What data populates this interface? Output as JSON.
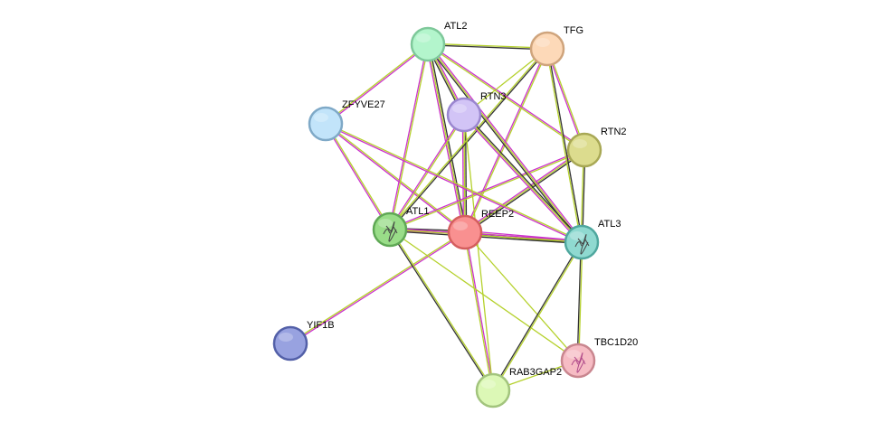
{
  "diagram": {
    "nodes": [
      {
        "id": "REEP2",
        "label": "REEP2",
        "color": "#f99090",
        "stroke": "#d45e5e",
        "glyph": "none"
      },
      {
        "id": "ATL1",
        "label": "ATL1",
        "color": "#99dd88",
        "stroke": "#5fa855",
        "glyph": "structure"
      },
      {
        "id": "ATL2",
        "label": "ATL2",
        "color": "#b3f5cc",
        "stroke": "#7ec89a",
        "glyph": "none"
      },
      {
        "id": "ATL3",
        "label": "ATL3",
        "color": "#8fd9d0",
        "stroke": "#4fa79e",
        "glyph": "structure"
      },
      {
        "id": "RTN2",
        "label": "RTN2",
        "color": "#dcdc8e",
        "stroke": "#a8a855",
        "glyph": "none"
      },
      {
        "id": "RTN3",
        "label": "RTN3",
        "color": "#d2c4f6",
        "stroke": "#9a86cf",
        "glyph": "none"
      },
      {
        "id": "TFG",
        "label": "TFG",
        "color": "#fdd9b8",
        "stroke": "#cfa47c",
        "glyph": "none"
      },
      {
        "id": "ZFYVE27",
        "label": "ZFYVE27",
        "color": "#c2e4fa",
        "stroke": "#7fa9c7",
        "glyph": "none"
      },
      {
        "id": "YIF1B",
        "label": "YIF1B",
        "color": "#98a2e0",
        "stroke": "#5360a8",
        "glyph": "none"
      },
      {
        "id": "RAB3GAP2",
        "label": "RAB3GAP2",
        "color": "#dcf8b6",
        "stroke": "#a2c47d",
        "glyph": "none"
      },
      {
        "id": "TBC1D20",
        "label": "TBC1D20",
        "color": "#f6bcc4",
        "stroke": "#c9868f",
        "glyph": "structure"
      }
    ],
    "edge_colors": {
      "experimental": "#cc33cc",
      "textmining": "#b5d12c",
      "coexpression": "#333333",
      "database": "#2aa9c7"
    },
    "edges": [
      {
        "source": "REEP2",
        "target": "ATL1",
        "types": [
          "experimental",
          "textmining",
          "coexpression"
        ]
      },
      {
        "source": "REEP2",
        "target": "ATL2",
        "types": [
          "experimental",
          "textmining",
          "coexpression"
        ]
      },
      {
        "source": "REEP2",
        "target": "ATL3",
        "types": [
          "experimental",
          "textmining",
          "coexpression"
        ]
      },
      {
        "source": "REEP2",
        "target": "RTN2",
        "types": [
          "experimental",
          "textmining",
          "coexpression"
        ]
      },
      {
        "source": "REEP2",
        "target": "RTN3",
        "types": [
          "experimental",
          "textmining",
          "coexpression"
        ]
      },
      {
        "source": "REEP2",
        "target": "TFG",
        "types": [
          "experimental",
          "textmining"
        ]
      },
      {
        "source": "REEP2",
        "target": "ZFYVE27",
        "types": [
          "experimental",
          "textmining"
        ]
      },
      {
        "source": "REEP2",
        "target": "YIF1B",
        "types": [
          "experimental",
          "textmining"
        ]
      },
      {
        "source": "REEP2",
        "target": "RAB3GAP2",
        "types": [
          "experimental",
          "textmining"
        ]
      },
      {
        "source": "REEP2",
        "target": "TBC1D20",
        "types": [
          "textmining"
        ]
      },
      {
        "source": "ATL1",
        "target": "ATL2",
        "types": [
          "experimental",
          "textmining"
        ]
      },
      {
        "source": "ATL1",
        "target": "ATL3",
        "types": [
          "experimental",
          "textmining",
          "coexpression"
        ]
      },
      {
        "source": "ATL1",
        "target": "RTN2",
        "types": [
          "experimental",
          "textmining"
        ]
      },
      {
        "source": "ATL1",
        "target": "RTN3",
        "types": [
          "experimental",
          "textmining"
        ]
      },
      {
        "source": "ATL1",
        "target": "TFG",
        "types": [
          "textmining",
          "coexpression"
        ]
      },
      {
        "source": "ATL1",
        "target": "ZFYVE27",
        "types": [
          "experimental",
          "textmining"
        ]
      },
      {
        "source": "ATL1",
        "target": "RAB3GAP2",
        "types": [
          "textmining",
          "coexpression"
        ]
      },
      {
        "source": "ATL1",
        "target": "TBC1D20",
        "types": [
          "textmining"
        ]
      },
      {
        "source": "ATL2",
        "target": "TFG",
        "types": [
          "textmining",
          "coexpression"
        ]
      },
      {
        "source": "ATL2",
        "target": "RTN3",
        "types": [
          "experimental",
          "textmining",
          "coexpression"
        ]
      },
      {
        "source": "ATL2",
        "target": "RTN2",
        "types": [
          "experimental",
          "textmining"
        ]
      },
      {
        "source": "ATL2",
        "target": "ATL3",
        "types": [
          "experimental",
          "textmining",
          "coexpression"
        ]
      },
      {
        "source": "ATL2",
        "target": "ZFYVE27",
        "types": [
          "experimental",
          "textmining"
        ]
      },
      {
        "source": "ATL3",
        "target": "TFG",
        "types": [
          "textmining",
          "coexpression"
        ]
      },
      {
        "source": "ATL3",
        "target": "RTN2",
        "types": [
          "textmining",
          "coexpression"
        ]
      },
      {
        "source": "ATL3",
        "target": "RTN3",
        "types": [
          "experimental",
          "textmining",
          "coexpression"
        ]
      },
      {
        "source": "ATL3",
        "target": "ZFYVE27",
        "types": [
          "experimental",
          "textmining"
        ]
      },
      {
        "source": "ATL3",
        "target": "TBC1D20",
        "types": [
          "textmining",
          "coexpression"
        ]
      },
      {
        "source": "ATL3",
        "target": "RAB3GAP2",
        "types": [
          "textmining",
          "coexpression"
        ]
      },
      {
        "source": "RTN3",
        "target": "TFG",
        "types": [
          "textmining"
        ]
      },
      {
        "source": "RTN2",
        "target": "TFG",
        "types": [
          "experimental",
          "textmining"
        ]
      },
      {
        "source": "RTN3",
        "target": "RAB3GAP2",
        "types": [
          "textmining"
        ]
      },
      {
        "source": "RAB3GAP2",
        "target": "TBC1D20",
        "types": [
          "textmining"
        ]
      }
    ]
  }
}
